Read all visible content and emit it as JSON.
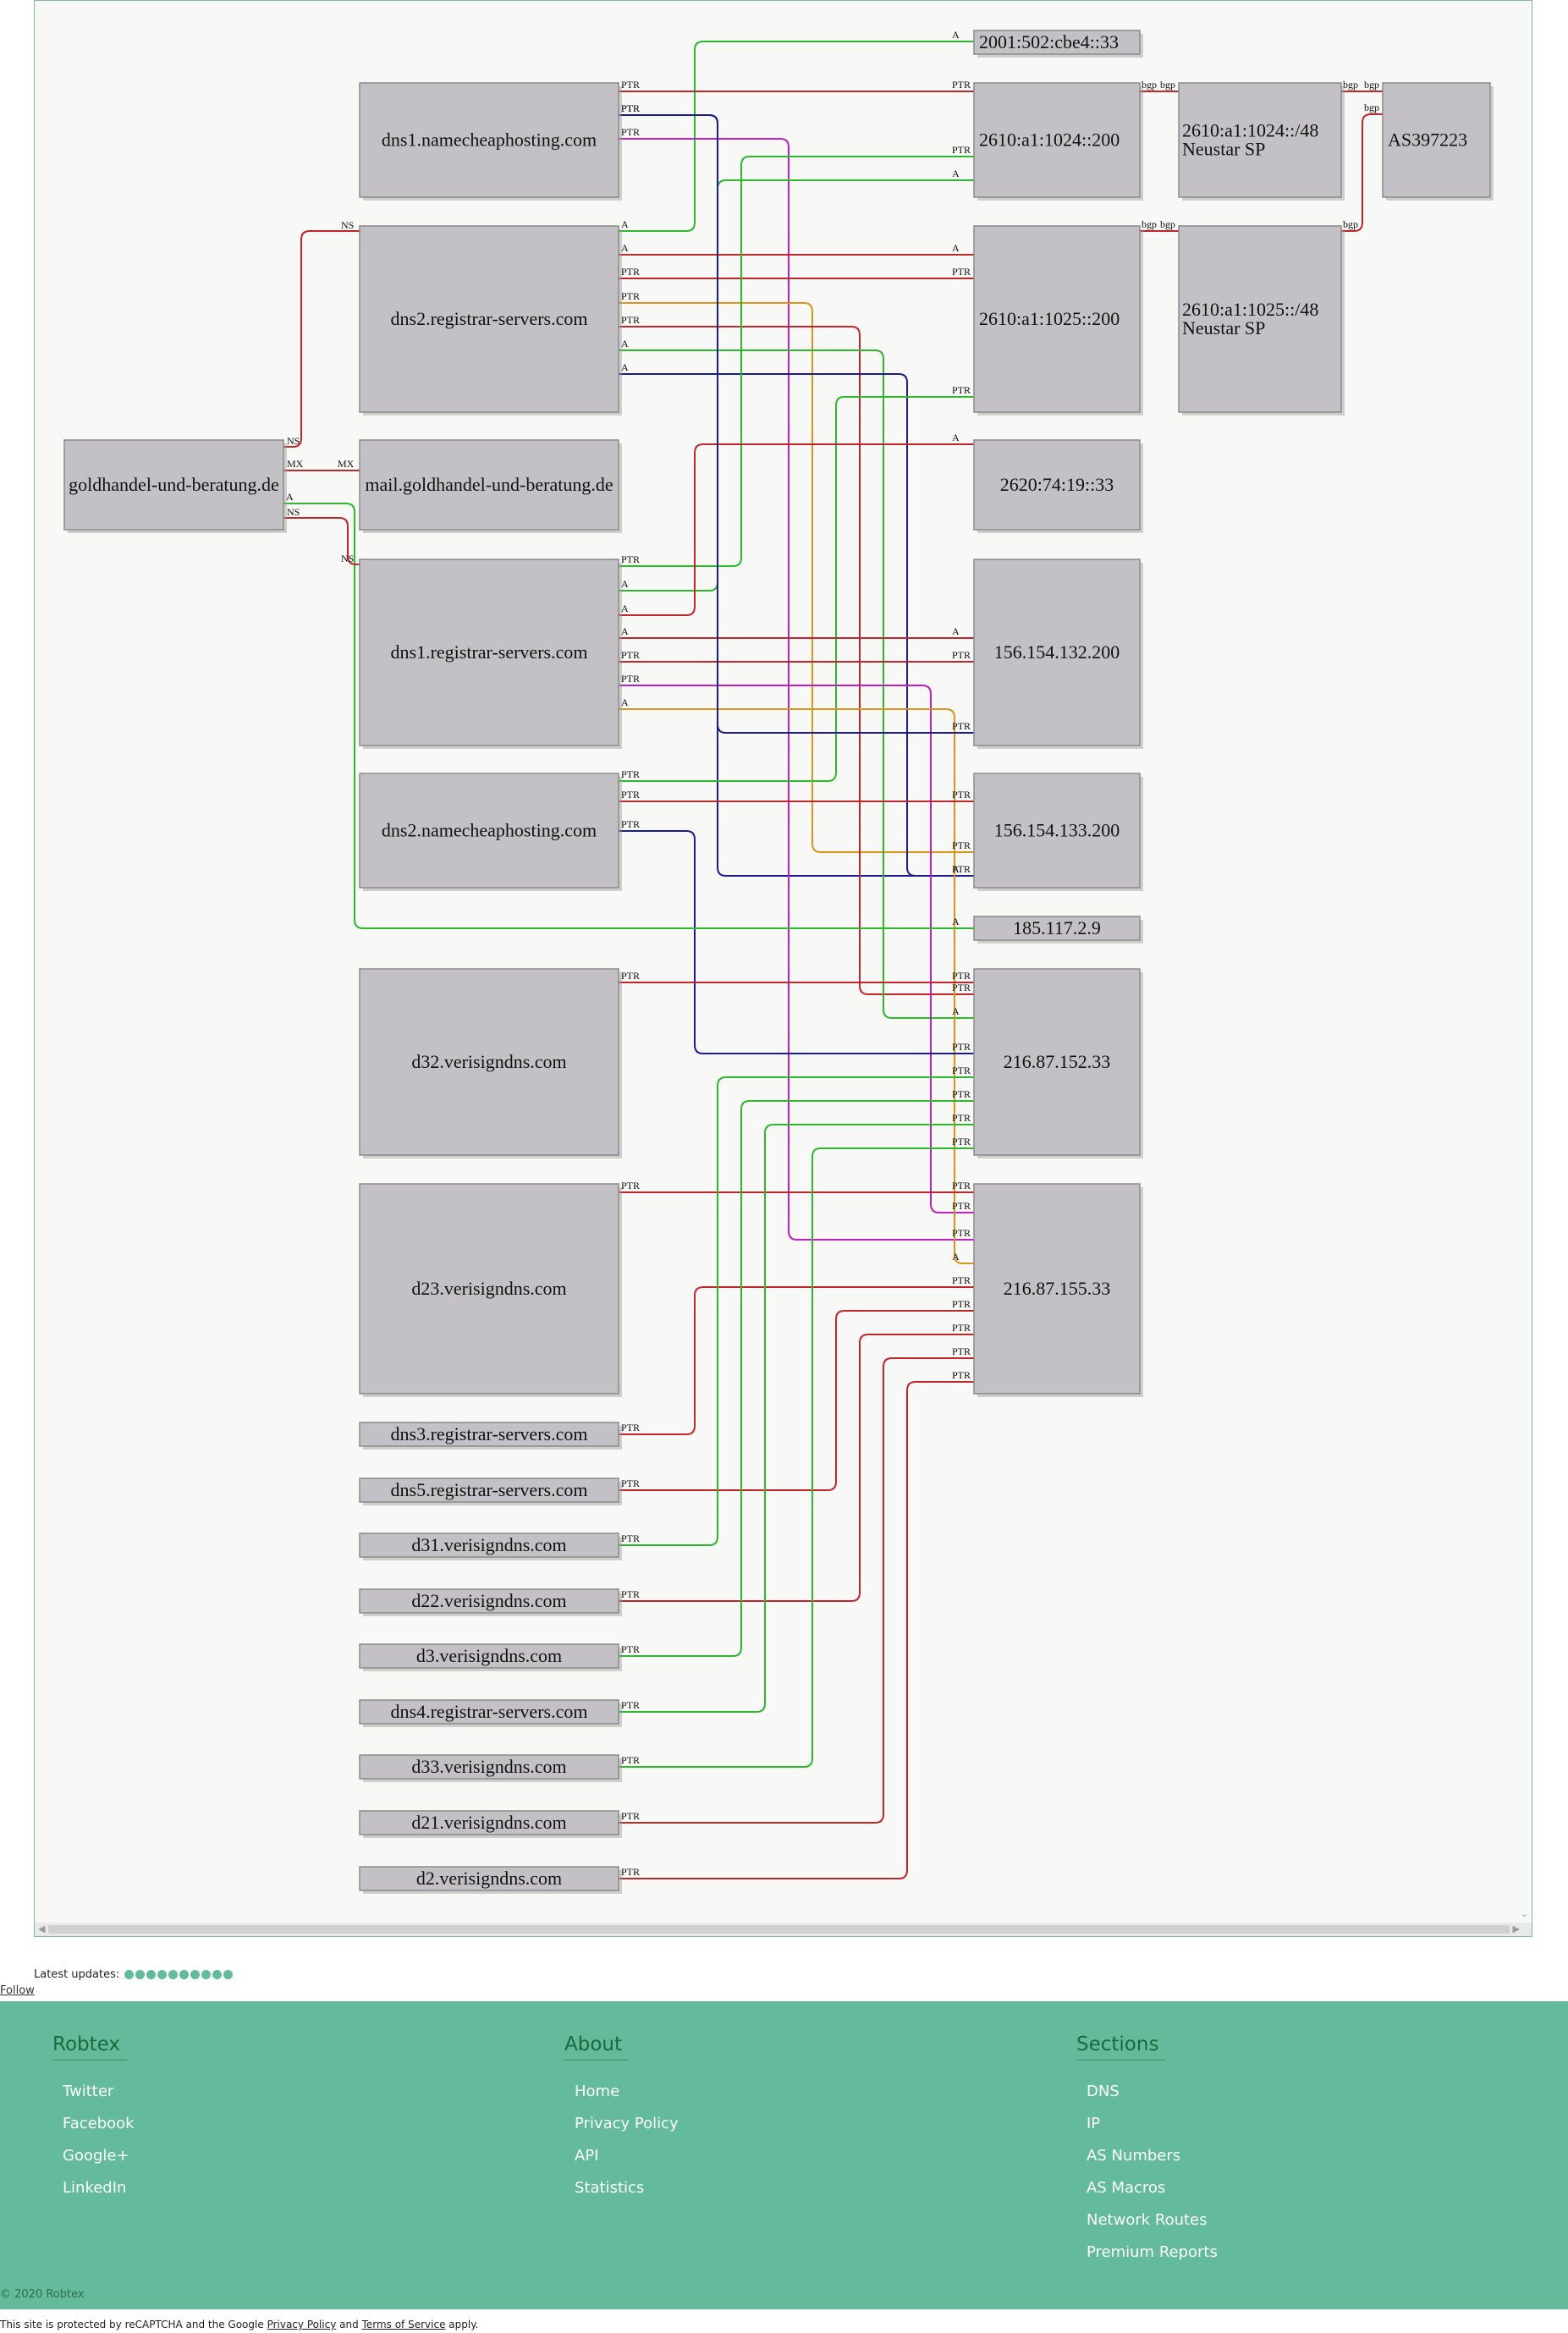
{
  "graph": {
    "nodes": {
      "domain": "goldhandel-und-beratung.de",
      "mail": "mail.goldhandel-und-beratung.de",
      "ns1_nc": "dns1.namecheaphosting.com",
      "ns2_rs": "dns2.registrar-servers.com",
      "ns1_rs": "dns1.registrar-servers.com",
      "ns2_nc": "dns2.namecheaphosting.com",
      "d32": "d32.verisigndns.com",
      "d23": "d23.verisigndns.com",
      "dns3_rs": "dns3.registrar-servers.com",
      "dns5_rs": "dns5.registrar-servers.com",
      "d31": "d31.verisigndns.com",
      "d22": "d22.verisigndns.com",
      "d3": "d3.verisigndns.com",
      "dns4_rs": "dns4.registrar-servers.com",
      "d33": "d33.verisigndns.com",
      "d21": "d21.verisigndns.com",
      "d2": "d2.verisigndns.com",
      "ip6_cbe4": "2001:502:cbe4::33",
      "ip6_1024": "2610:a1:1024::200",
      "ip6_1025": "2610:a1:1025::200",
      "ip6_2620": "2620:74:19::33",
      "ip4_132": "156.154.132.200",
      "ip4_133": "156.154.133.200",
      "ip4_185": "185.117.2.9",
      "ip4_152": "216.87.152.33",
      "ip4_155": "216.87.155.33",
      "net_1024": "2610:a1:1024::/48",
      "net_1024_sub": "Neustar SP",
      "net_1025": "2610:a1:1025::/48",
      "net_1025_sub": "Neustar SP",
      "asn": "AS397223"
    },
    "edge_labels": {
      "a": "A",
      "ptr": "PTR",
      "ns": "NS",
      "mx": "MX",
      "bgp": "bgp"
    },
    "colors": {
      "red": "#c0272d",
      "green": "#2db82d",
      "blue": "#1c1c8c",
      "magenta": "#c020c0",
      "orange": "#d8961e"
    }
  },
  "updates": {
    "label": "Latest updates:",
    "count": 10
  },
  "follow": "Follow",
  "footer": {
    "columns": [
      {
        "heading": "Robtex",
        "links": [
          "Twitter",
          "Facebook",
          "Google+",
          "LinkedIn"
        ]
      },
      {
        "heading": "About",
        "links": [
          "Home",
          "Privacy Policy",
          "API",
          "Statistics"
        ]
      },
      {
        "heading": "Sections",
        "links": [
          "DNS",
          "IP",
          "AS Numbers",
          "AS Macros",
          "Network Routes",
          "Premium Reports"
        ]
      }
    ],
    "copyright": "© 2020 Robtex"
  },
  "recaptcha": {
    "prefix": "This site is protected by reCAPTCHA and the Google ",
    "privacy": "Privacy Policy",
    "and": " and ",
    "terms": "Terms of Service",
    "suffix": " apply."
  }
}
